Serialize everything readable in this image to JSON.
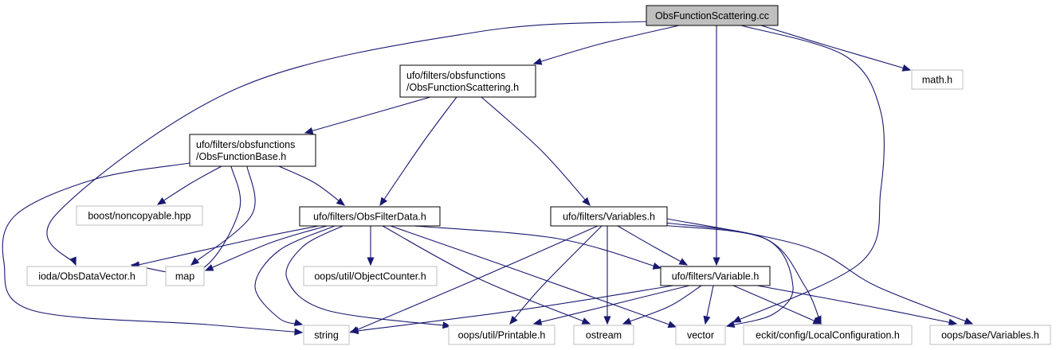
{
  "diagram": {
    "title": "",
    "colors": {
      "edge": "#191970",
      "root_fill": "#bfbfbf",
      "internal_border": "#000000",
      "external_border": "#bfbfbf",
      "node_fill": "#ffffff"
    },
    "nodes": [
      {
        "id": "root",
        "kind": "root",
        "lines": [
          "ObsFunctionScattering.cc"
        ]
      },
      {
        "id": "scatter_h",
        "kind": "internal",
        "lines": [
          "ufo/filters/obsfunctions",
          "/ObsFunctionScattering.h"
        ]
      },
      {
        "id": "math_h",
        "kind": "external",
        "lines": [
          "math.h"
        ]
      },
      {
        "id": "base_h",
        "kind": "internal",
        "lines": [
          "ufo/filters/obsfunctions",
          "/ObsFunctionBase.h"
        ]
      },
      {
        "id": "noncopyable",
        "kind": "external",
        "lines": [
          "boost/noncopyable.hpp"
        ]
      },
      {
        "id": "filterdata",
        "kind": "internal",
        "lines": [
          "ufo/filters/ObsFilterData.h"
        ]
      },
      {
        "id": "variables_h",
        "kind": "internal",
        "lines": [
          "ufo/filters/Variables.h"
        ]
      },
      {
        "id": "ioda_vec",
        "kind": "external",
        "lines": [
          "ioda/ObsDataVector.h"
        ]
      },
      {
        "id": "map",
        "kind": "external",
        "lines": [
          "map"
        ]
      },
      {
        "id": "objcounter",
        "kind": "external",
        "lines": [
          "oops/util/ObjectCounter.h"
        ]
      },
      {
        "id": "variable_h",
        "kind": "internal",
        "lines": [
          "ufo/filters/Variable.h"
        ]
      },
      {
        "id": "string",
        "kind": "external",
        "lines": [
          "string"
        ]
      },
      {
        "id": "printable",
        "kind": "external",
        "lines": [
          "oops/util/Printable.h"
        ]
      },
      {
        "id": "ostream",
        "kind": "external",
        "lines": [
          "ostream"
        ]
      },
      {
        "id": "vector",
        "kind": "external",
        "lines": [
          "vector"
        ]
      },
      {
        "id": "localconf",
        "kind": "external",
        "lines": [
          "eckit/config/LocalConfiguration.h"
        ]
      },
      {
        "id": "oopsvars",
        "kind": "external",
        "lines": [
          "oops/base/Variables.h"
        ]
      }
    ],
    "edges": [
      {
        "from": "root",
        "to": "scatter_h"
      },
      {
        "from": "root",
        "to": "math_h"
      },
      {
        "from": "root",
        "to": "ioda_vec"
      },
      {
        "from": "root",
        "to": "variable_h"
      },
      {
        "from": "root",
        "to": "vector"
      },
      {
        "from": "scatter_h",
        "to": "base_h"
      },
      {
        "from": "scatter_h",
        "to": "filterdata"
      },
      {
        "from": "scatter_h",
        "to": "variables_h"
      },
      {
        "from": "base_h",
        "to": "noncopyable"
      },
      {
        "from": "base_h",
        "to": "ioda_vec"
      },
      {
        "from": "base_h",
        "to": "map"
      },
      {
        "from": "base_h",
        "to": "filterdata"
      },
      {
        "from": "base_h",
        "to": "string"
      },
      {
        "from": "filterdata",
        "to": "ioda_vec"
      },
      {
        "from": "filterdata",
        "to": "map"
      },
      {
        "from": "filterdata",
        "to": "string"
      },
      {
        "from": "filterdata",
        "to": "objcounter"
      },
      {
        "from": "filterdata",
        "to": "printable"
      },
      {
        "from": "filterdata",
        "to": "ostream"
      },
      {
        "from": "filterdata",
        "to": "vector"
      },
      {
        "from": "filterdata",
        "to": "variable_h"
      },
      {
        "from": "variables_h",
        "to": "string"
      },
      {
        "from": "variables_h",
        "to": "printable"
      },
      {
        "from": "variables_h",
        "to": "ostream"
      },
      {
        "from": "variables_h",
        "to": "variable_h"
      },
      {
        "from": "variables_h",
        "to": "vector"
      },
      {
        "from": "variables_h",
        "to": "localconf"
      },
      {
        "from": "variables_h",
        "to": "oopsvars"
      },
      {
        "from": "variable_h",
        "to": "string"
      },
      {
        "from": "variable_h",
        "to": "printable"
      },
      {
        "from": "variable_h",
        "to": "ostream"
      },
      {
        "from": "variable_h",
        "to": "vector"
      },
      {
        "from": "variable_h",
        "to": "localconf"
      },
      {
        "from": "variable_h",
        "to": "oopsvars"
      }
    ]
  }
}
